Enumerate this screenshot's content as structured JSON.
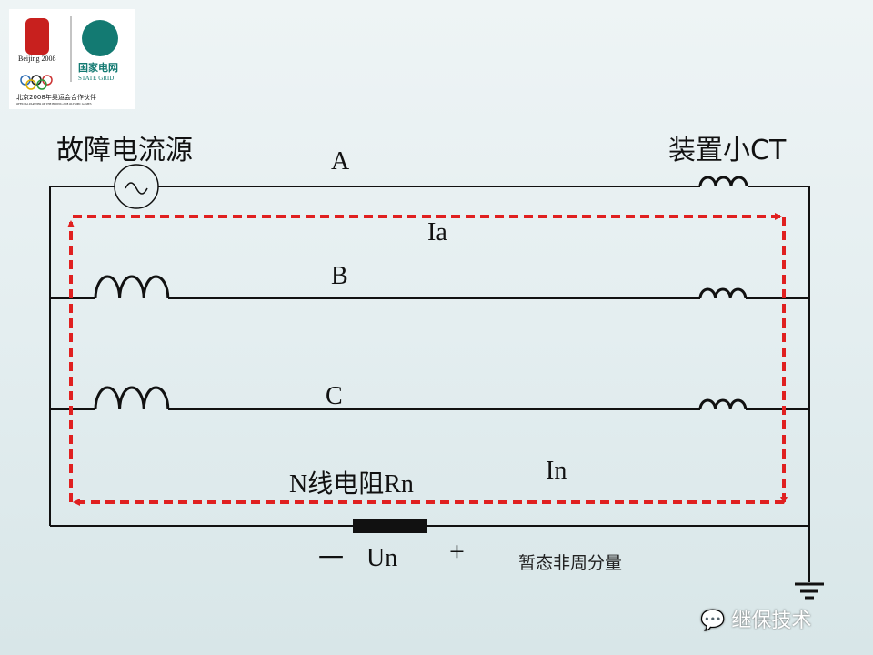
{
  "logo": {
    "left_text": "Beijing 2008",
    "right_cn": "国家电网",
    "right_en": "STATE GRID",
    "partner_cn": "北京2008年奥运会合作伙伴",
    "partner_en": "OFFICIAL PARTNER OF THE BEIJING 2008 OLYMPIC GAMES"
  },
  "labels": {
    "source": "故障电流源",
    "phase_a": "A",
    "ct": "装置小CT",
    "ia": "Ia",
    "phase_b": "B",
    "phase_c": "C",
    "in": "In",
    "n_resistor": "N线电阻Rn",
    "minus": "一",
    "un": "Un",
    "plus": "+",
    "note": "暂态非周分量"
  },
  "watermark": "继保技术",
  "colors": {
    "wire": "#111111",
    "current_path": "#e02020"
  }
}
